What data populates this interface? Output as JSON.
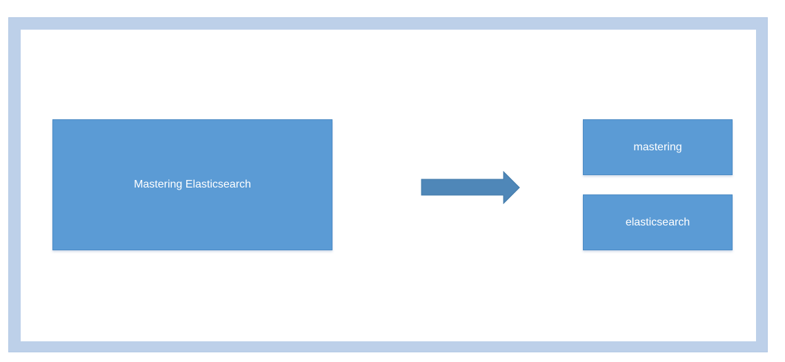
{
  "diagram": {
    "source": {
      "label": "Mastering Elasticsearch"
    },
    "tokens": [
      {
        "label": "mastering"
      },
      {
        "label": "elasticsearch"
      }
    ],
    "arrow": {
      "icon": "right-arrow-icon"
    },
    "colors": {
      "box_fill": "#5b9bd5",
      "box_text": "#ffffff",
      "arrow_fill": "#4f87b8",
      "frame_border": "#bdd0e9"
    }
  }
}
